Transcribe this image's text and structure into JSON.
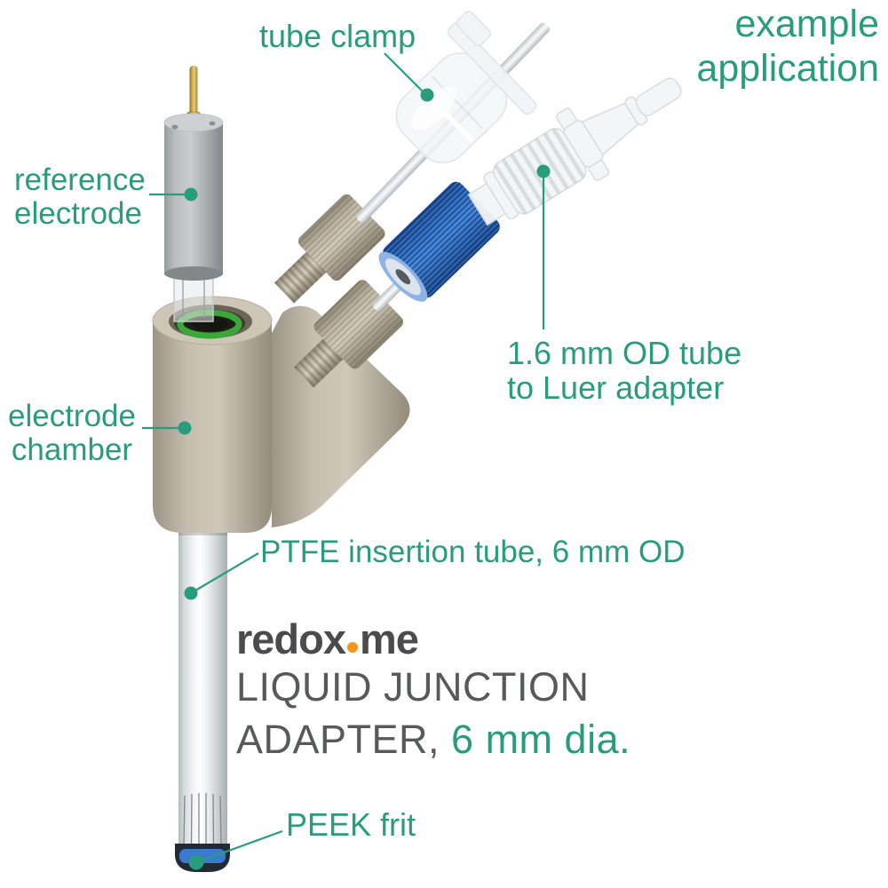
{
  "colors": {
    "accent_green": "#2a9c7e",
    "title_gray": "#58595b",
    "logo_gray": "#4b4b4d",
    "logo_orange": "#f7941e",
    "fitting_blue": "#2e72c4",
    "peek_beige": "#b3ab9d",
    "electrode_gray": "#a7acae"
  },
  "corner_note": {
    "line1": "example",
    "line2": "application"
  },
  "callouts": {
    "tube_clamp": {
      "label": "tube clamp"
    },
    "reference_electrode": {
      "line1": "reference",
      "line2": "electrode"
    },
    "electrode_chamber": {
      "line1": "electrode",
      "line2": "chamber"
    },
    "luer_adapter": {
      "line1": "1.6 mm OD tube",
      "line2": "to Luer adapter"
    },
    "ptfe_tube": {
      "label": "PTFE insertion tube, 6 mm OD"
    },
    "peek_frit": {
      "label": "PEEK frit"
    }
  },
  "branding": {
    "logo_text_1": "redox",
    "logo_text_2": "me",
    "title_line1": "LIQUID JUNCTION",
    "title_line2_prefix": "ADAPTER, ",
    "title_line2_highlight": "6 mm dia."
  }
}
